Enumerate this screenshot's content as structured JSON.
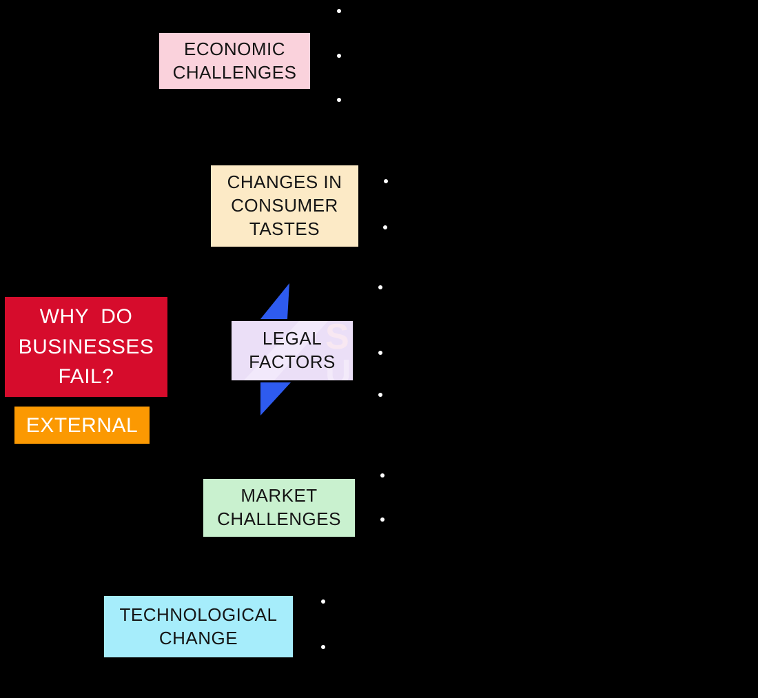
{
  "colors": {
    "background": "#000000",
    "economic_bg": "#fad2dc",
    "consumer_bg": "#fceac6",
    "question_bg": "#d60c2c",
    "external_bg": "#fb9902",
    "legal_bg": "#ebdff7",
    "market_bg": "#c9f1cf",
    "tech_bg": "#a6edfb",
    "bolt": "#2e5bef",
    "bullet_dot": "#ffffff",
    "box_border": "#000000",
    "watermark_band": "#f2e9fb",
    "watermark_letter": "#f8e8f2"
  },
  "diagram": {
    "question_box": {
      "label": "WHY  DO\nBUSINESSES\nFAIL?"
    },
    "category_box": {
      "label": "EXTERNAL"
    },
    "factors": {
      "economic": {
        "label": "ECONOMIC\nCHALLENGES"
      },
      "consumer": {
        "label": "CHANGES IN\nCONSUMER\nTASTES"
      },
      "legal": {
        "label": "LEGAL\nFACTORS"
      },
      "market": {
        "label": "MARKET\nCHALLENGES"
      },
      "tech": {
        "label": "TECHNOLOGICAL\nCHANGE"
      }
    },
    "bullet_groups": [
      {
        "near": "economic-challenges",
        "count": 3
      },
      {
        "near": "changes-in-consumer-tastes",
        "count": 2
      },
      {
        "near": "legal-factors",
        "count": 3
      },
      {
        "near": "market-challenges",
        "count": 2
      },
      {
        "near": "technological-change",
        "count": 2
      }
    ]
  }
}
